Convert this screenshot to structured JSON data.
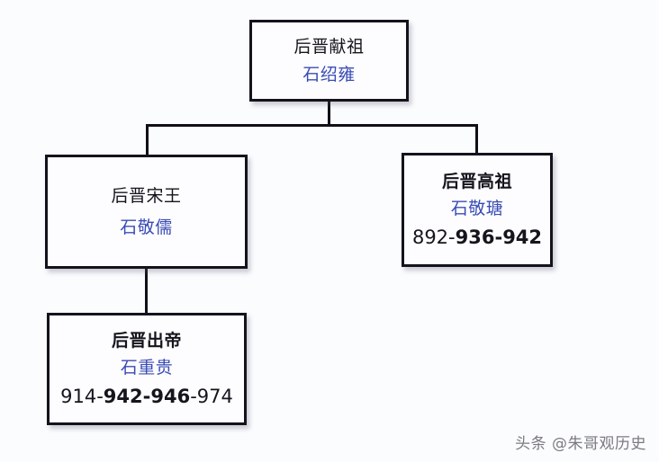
{
  "diagram": {
    "type": "family-tree",
    "background_color": "#fbfcfe",
    "box_fill_color": "#fdfdff",
    "box_border_color": "#14131d",
    "title_color": "#15141c",
    "name_color": "#3a4cb5",
    "connector_color": "#111018"
  },
  "nodes": {
    "xianzu": {
      "title": "后晋献祖",
      "name": "石绍雍",
      "title_bold": false
    },
    "songwang": {
      "title": "后晋宋王",
      "name": "石敬儒",
      "title_bold": false
    },
    "gaozu": {
      "title": "后晋高祖",
      "name": "石敬瑭",
      "title_bold": true,
      "dates": {
        "birth": "892",
        "sep1": "-",
        "reign_start": "936",
        "sep2": "-",
        "reign_end": "942",
        "full": "892-936-942"
      }
    },
    "chudi": {
      "title": "后晋出帝",
      "name": "石重贵",
      "title_bold": true,
      "dates": {
        "birth": "914",
        "sep1": "-",
        "reign_start": "942",
        "sep2": "-",
        "reign_end": "946",
        "sep3": "-",
        "death": "974",
        "full": "914-942-946-974"
      }
    }
  },
  "watermark": {
    "text": "头条 @朱哥观历史"
  }
}
